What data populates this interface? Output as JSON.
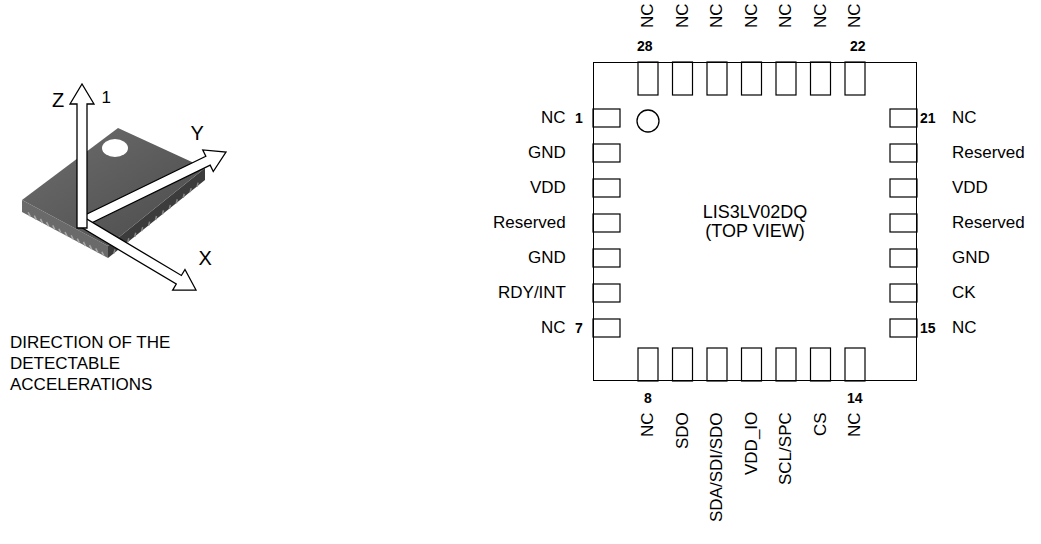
{
  "diagram": {
    "caption": "DIRECTION OF THE DETECTABLE ACCELERATIONS",
    "nodes": [
      {
        "text": [
          "LIS3LV02DQ (TOP VIEW)"
        ]
      }
    ],
    "labels": [
      "Z",
      "1",
      "Y",
      "X",
      "28",
      "22",
      "NC",
      "NC",
      "NC",
      "NC",
      "NC",
      "NC",
      "NC",
      "1",
      "NC",
      "GND",
      "VDD",
      "Reserved",
      "GND",
      "RDY/INT",
      "NC",
      "7",
      "8",
      "14",
      "NC",
      "SDO",
      "SDA/SDI/SDO",
      "VDD_IO",
      "SCL/SPC",
      "CS",
      "NC",
      "21",
      "NC",
      "Reserved",
      "VDD",
      "Reserved",
      "GND",
      "CK",
      "NC",
      "15"
    ]
  }
}
